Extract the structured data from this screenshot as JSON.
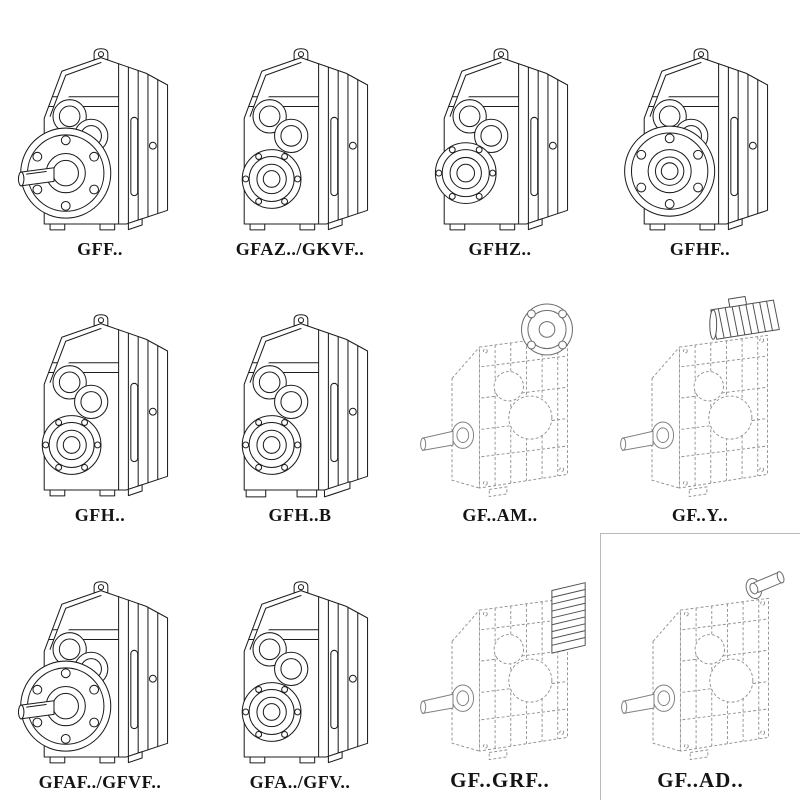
{
  "page": {
    "description": "Catalog sheet of GF-series parallel shaft helical gearbox mounting variants",
    "colors": {
      "ink": "#1c1c1c",
      "ghost_ink": "#8f8f8f",
      "background": "#ffffff"
    }
  },
  "grid": {
    "items": [
      {
        "label": "GFF..",
        "variant": "flange-shaft",
        "drawing": "solid line drawing, output flange with solid shaft"
      },
      {
        "label": "GFAZ../GKVF..",
        "variant": "hollow",
        "drawing": "solid line drawing, hollow shaft with bolt ring"
      },
      {
        "label": "GFHZ..",
        "variant": "hollow-z",
        "drawing": "solid line drawing, hollow shrink-disc output"
      },
      {
        "label": "GFHF..",
        "variant": "flange-hollow",
        "drawing": "solid line drawing, large flange with hollow bore"
      },
      {
        "label": "GFH..",
        "variant": "hollow",
        "drawing": "solid line drawing, hollow shaft version"
      },
      {
        "label": "GFH..B",
        "variant": "hollow-foot",
        "drawing": "solid line drawing, hollow shaft with foot mounting"
      },
      {
        "label": "GF..AM..",
        "variant": "dashed-am",
        "drawing": "phantom dashed housing with IEC motor adapter flange on top"
      },
      {
        "label": "GF..Y..",
        "variant": "dashed-motor",
        "drawing": "phantom dashed housing with finned motor mounted on top"
      },
      {
        "label": "GFAF../GFVF..",
        "variant": "flange-shaft",
        "drawing": "solid line drawing, output flange with solid shaft"
      },
      {
        "label": "GFA../GFV..",
        "variant": "hollow",
        "drawing": "solid line drawing, hollow shaft version"
      },
      {
        "label": "GF..GRF..",
        "variant": "dashed-adapter",
        "drawing": "phantom dashed housing with finned adapter block"
      },
      {
        "label": "GF..AD..",
        "variant": "dashed-input",
        "drawing": "phantom dashed housing with free input shaft"
      }
    ]
  }
}
